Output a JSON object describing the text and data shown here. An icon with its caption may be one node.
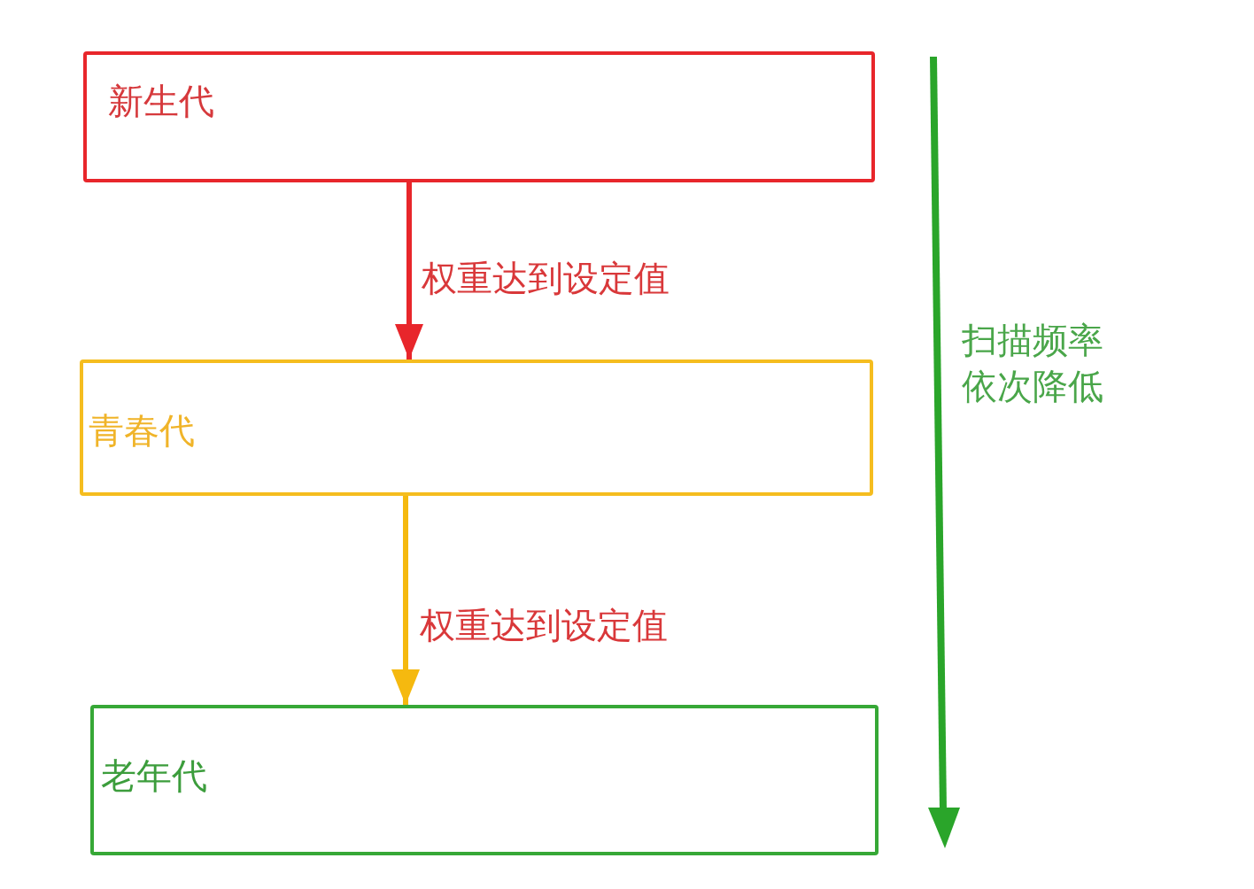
{
  "diagram": {
    "nodes": [
      {
        "text": [
          "新生代"
        ]
      },
      {
        "text": [
          "青春代"
        ]
      },
      {
        "text": [
          "老年代"
        ]
      }
    ],
    "edges": [
      {
        "from": 0,
        "to": 1,
        "arrow": "to",
        "label": "权重达到设定值",
        "color": "#e8262b"
      },
      {
        "from": 1,
        "to": 2,
        "arrow": "to",
        "label": "权重达到设定值",
        "color": "#f5b90f"
      }
    ],
    "labels": [
      "扫描频率依次降低"
    ]
  }
}
